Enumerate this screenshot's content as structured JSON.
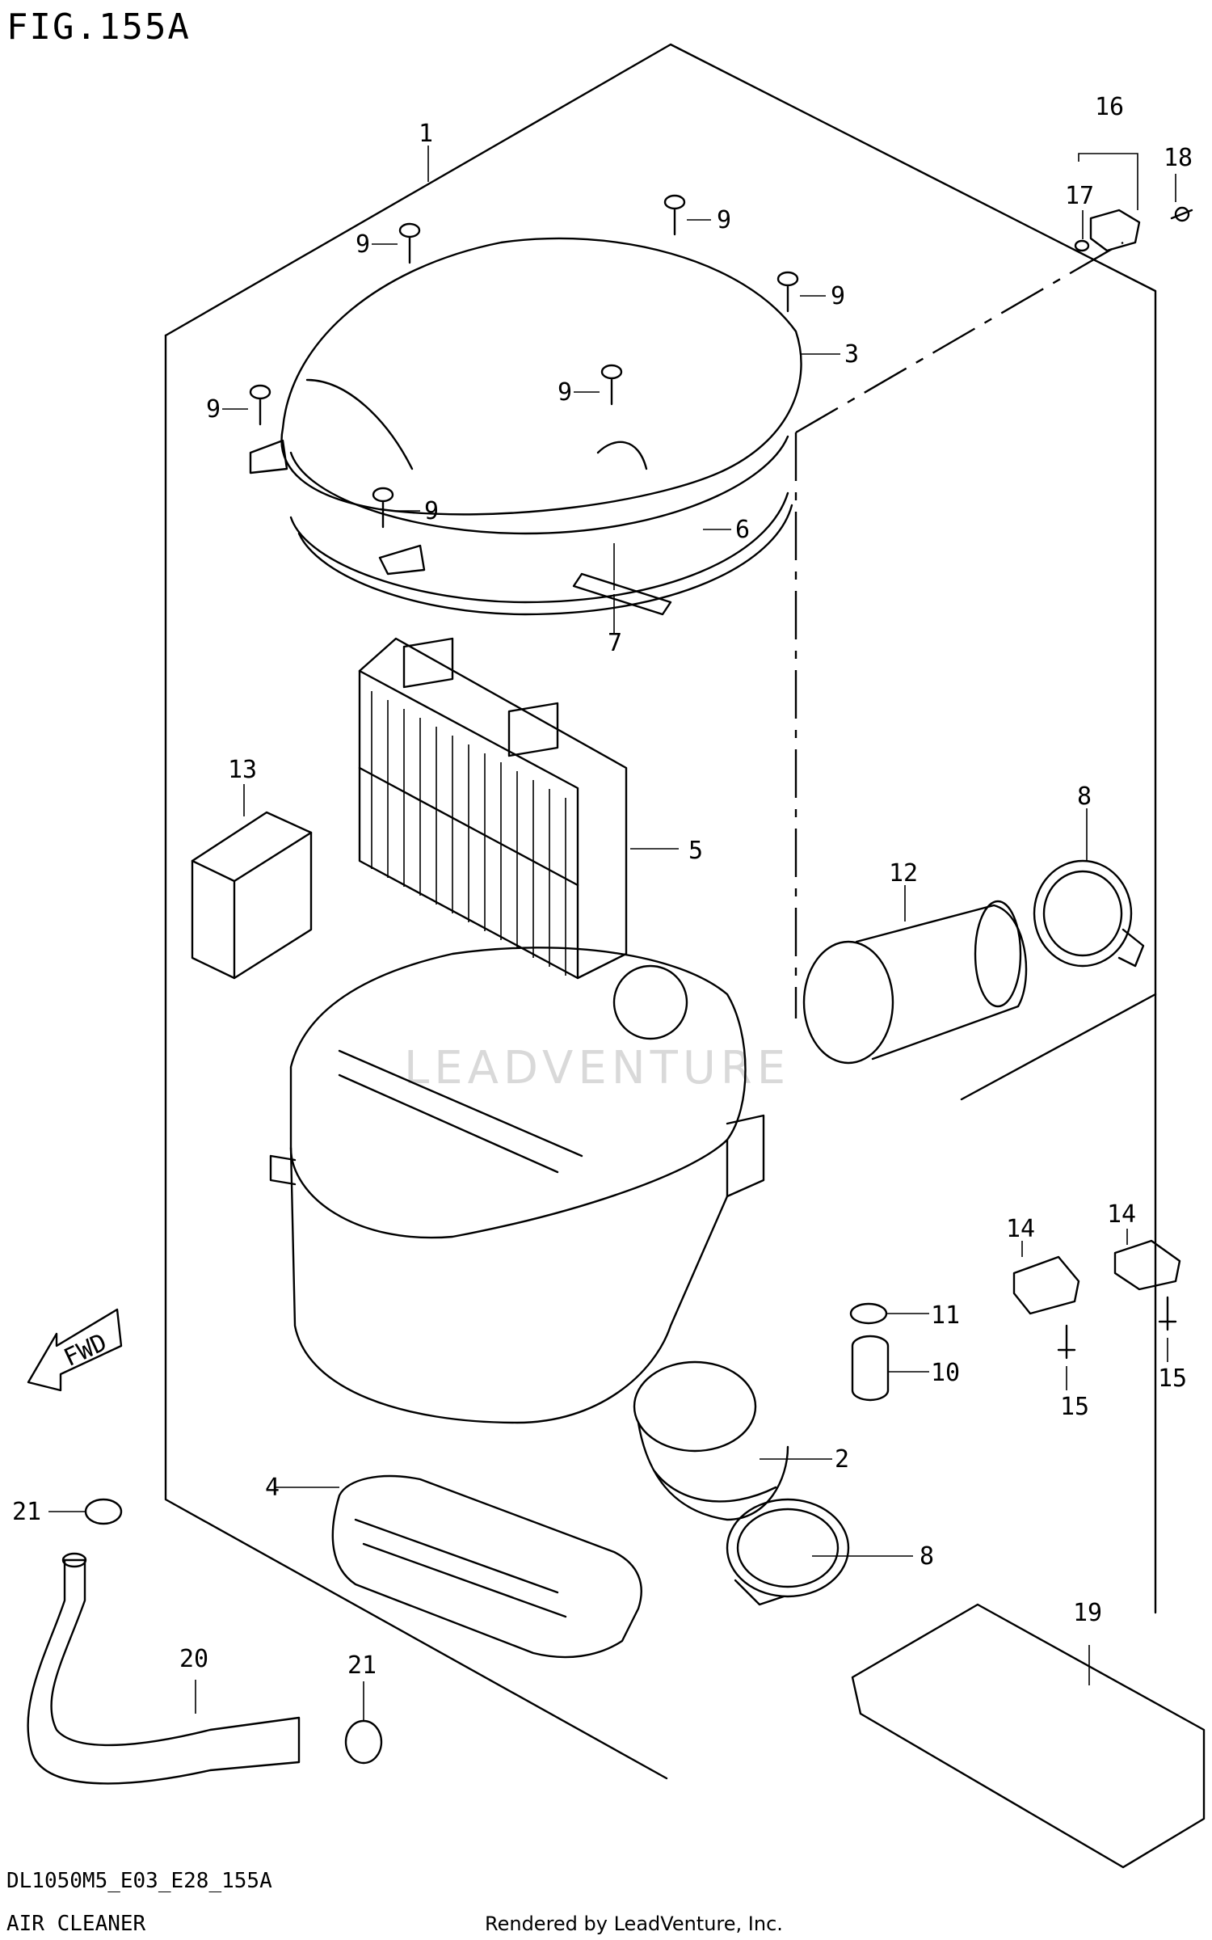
{
  "figure": {
    "title": "FIG.155A",
    "model_code": "DL1050M5_E03_E28_155A",
    "section_name": "AIR CLEANER",
    "credit": "Rendered by LeadVenture, Inc.",
    "watermark": "LEADVENTURE",
    "fwd_label": "FWD"
  },
  "callouts": [
    {
      "id": "c1",
      "label": "1"
    },
    {
      "id": "c2",
      "label": "2"
    },
    {
      "id": "c3",
      "label": "3"
    },
    {
      "id": "c4",
      "label": "4"
    },
    {
      "id": "c5",
      "label": "5"
    },
    {
      "id": "c6",
      "label": "6"
    },
    {
      "id": "c7",
      "label": "7"
    },
    {
      "id": "c8a",
      "label": "8"
    },
    {
      "id": "c8b",
      "label": "8"
    },
    {
      "id": "c9a",
      "label": "9"
    },
    {
      "id": "c9b",
      "label": "9"
    },
    {
      "id": "c9c",
      "label": "9"
    },
    {
      "id": "c9d",
      "label": "9"
    },
    {
      "id": "c9e",
      "label": "9"
    },
    {
      "id": "c9f",
      "label": "9"
    },
    {
      "id": "c10",
      "label": "10"
    },
    {
      "id": "c11",
      "label": "11"
    },
    {
      "id": "c12",
      "label": "12"
    },
    {
      "id": "c13",
      "label": "13"
    },
    {
      "id": "c14a",
      "label": "14"
    },
    {
      "id": "c14b",
      "label": "14"
    },
    {
      "id": "c15a",
      "label": "15"
    },
    {
      "id": "c15b",
      "label": "15"
    },
    {
      "id": "c16",
      "label": "16"
    },
    {
      "id": "c17",
      "label": "17"
    },
    {
      "id": "c18",
      "label": "18"
    },
    {
      "id": "c19",
      "label": "19"
    },
    {
      "id": "c20",
      "label": "20"
    },
    {
      "id": "c21a",
      "label": "21"
    },
    {
      "id": "c21b",
      "label": "21"
    }
  ]
}
